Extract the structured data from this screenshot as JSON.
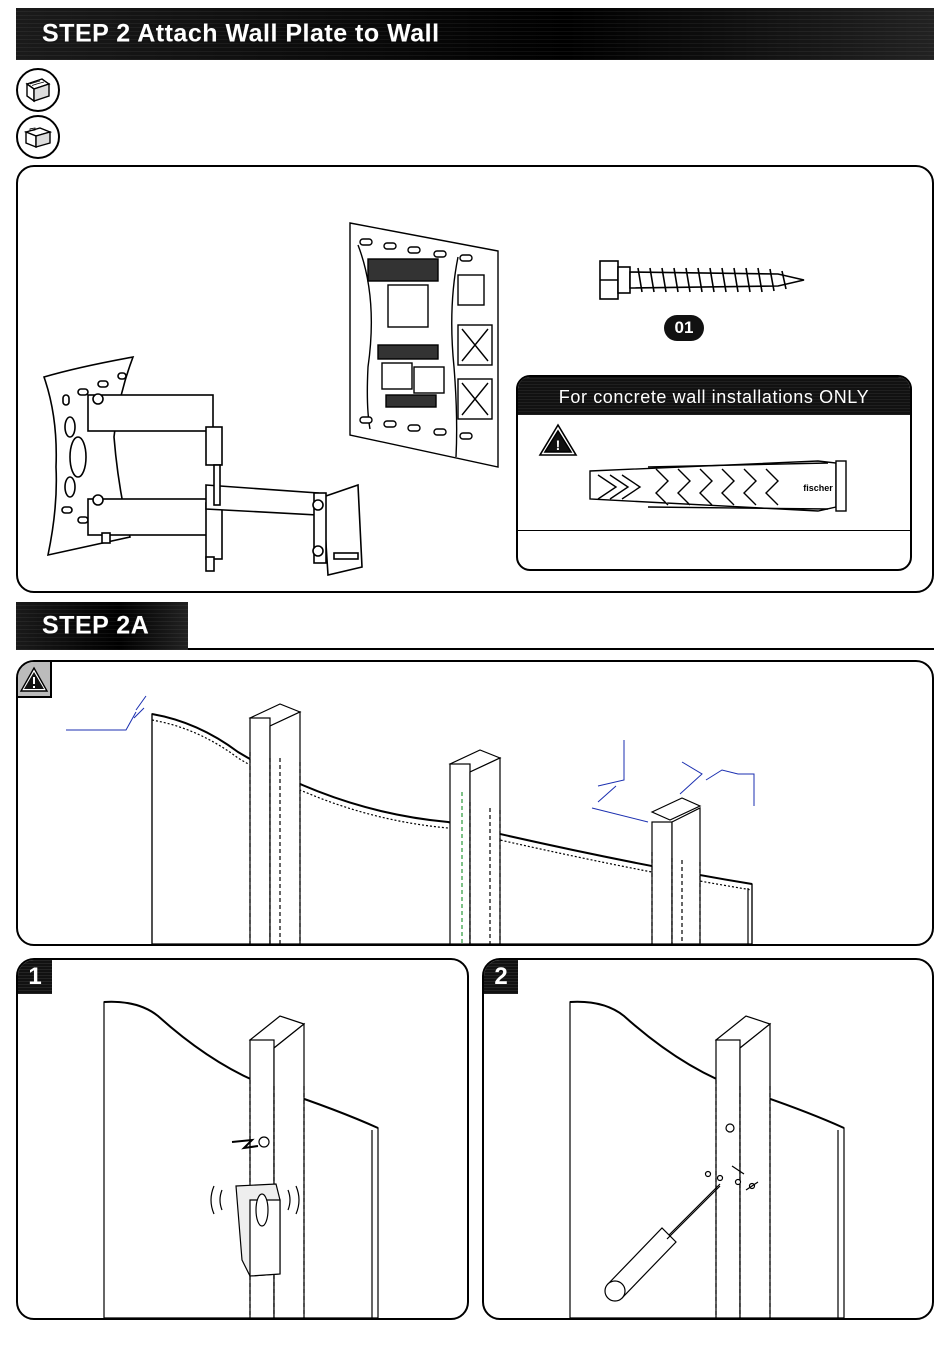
{
  "step2": {
    "title": "STEP 2 Attach Wall Plate to Wall"
  },
  "step2a": {
    "title": "STEP 2A"
  },
  "parts": {
    "screw_label": "01",
    "concrete_notice": "For concrete wall installations ONLY",
    "anchor_brand": "fischer",
    "warning_glyph": "!"
  },
  "steps": [
    {
      "number": "1"
    },
    {
      "number": "2"
    }
  ],
  "icons": {
    "wood_stud": "wood-stud-icon",
    "concrete": "concrete-block-icon",
    "warning": "warning-triangle-icon"
  }
}
